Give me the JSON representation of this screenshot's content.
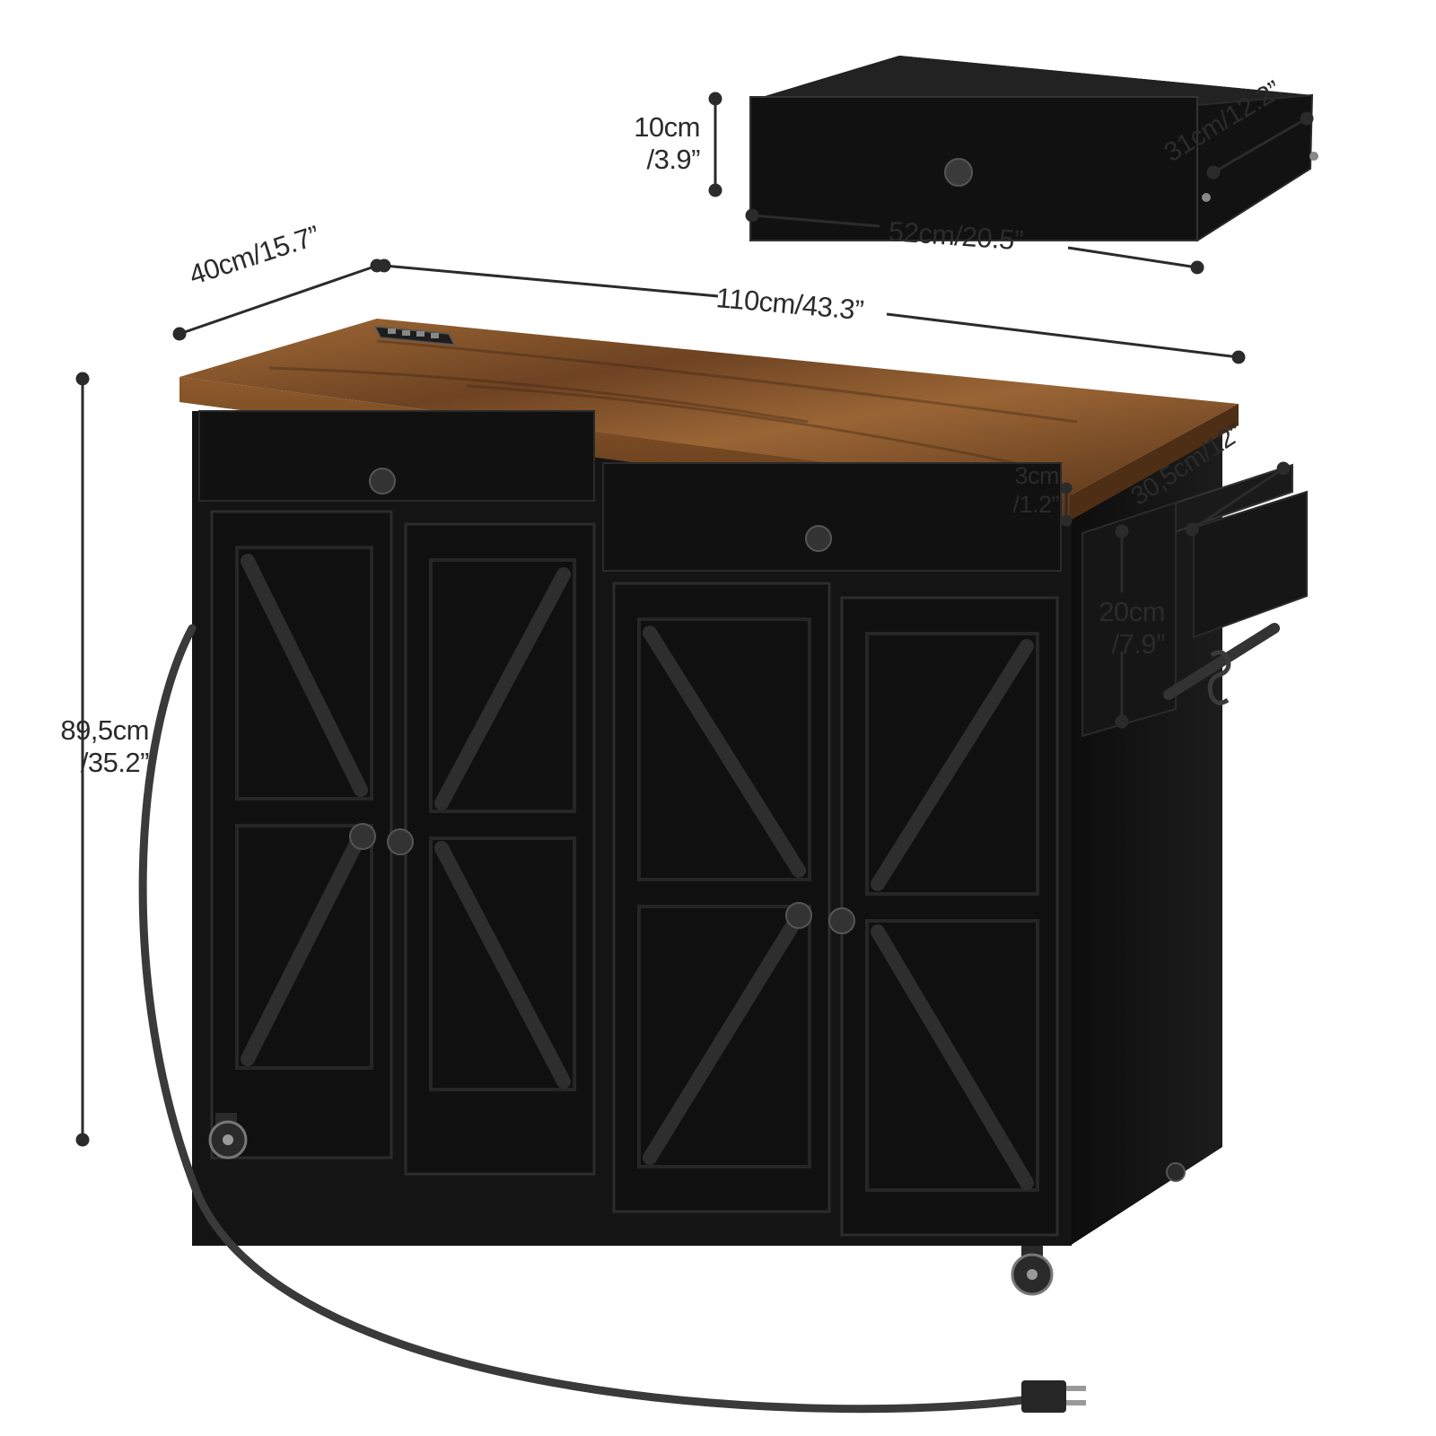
{
  "dimensions": {
    "drawer_height": {
      "line1": "10cm",
      "line2": "/3.9”"
    },
    "drawer_depth": "31cm/12.2”",
    "drawer_width": "52cm/20.5”",
    "depth": "40cm/15.7”",
    "width": "110cm/43.3”",
    "height": {
      "line1": "89,5cm",
      "line2": "/35.2”"
    },
    "top_thickness": {
      "line1": "3cm",
      "line2": "/1.2”"
    },
    "rack_length": "30,5cm/12”",
    "rack_height": {
      "line1": "20cm",
      "line2": "/7.9”"
    }
  },
  "colors": {
    "cabinet": "#141414",
    "cabinet_edge": "#2a2a2a",
    "wood": "#8a5a2e",
    "wood_dark": "#4a2c14",
    "dimension_line": "#2b2b2b"
  },
  "icons": [
    "power-strip-icon",
    "caster-wheel-icon",
    "power-plug-icon",
    "s-hook-icon",
    "towel-rack-icon",
    "knob-icon"
  ]
}
